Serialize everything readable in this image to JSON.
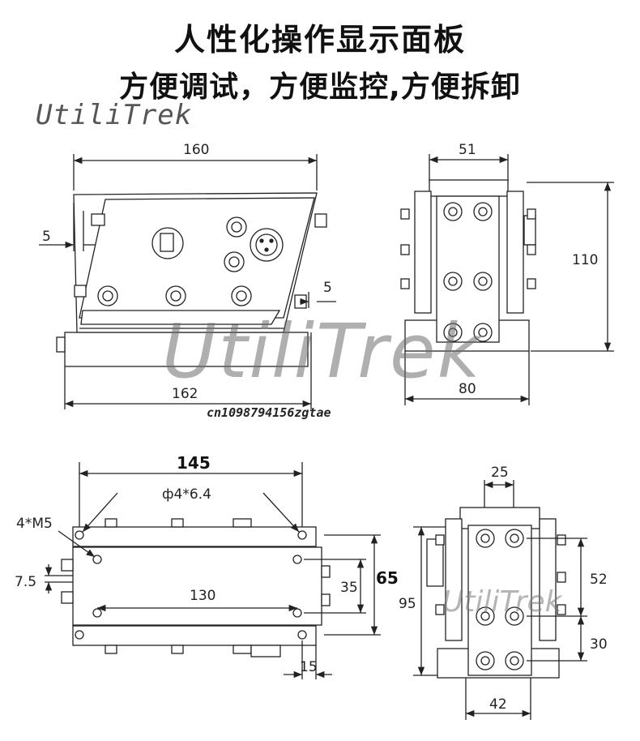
{
  "heading": {
    "line1": "人性化操作显示面板",
    "line2": "方便调试，方便监控,方便拆卸"
  },
  "watermark": {
    "brand": "UtiliTrek",
    "code": "cn1098794156zgtae"
  },
  "dimensions": {
    "d160": "160",
    "d5a": "5",
    "d5b": "5",
    "d162": "162",
    "d51": "51",
    "d110": "110",
    "d80": "80",
    "d145": "145",
    "hole": "ф4*6.4",
    "m5": "4*M5",
    "d75": "7.5",
    "d130": "130",
    "d35": "35",
    "d65": "65",
    "d15": "15",
    "d25": "25",
    "d52": "52",
    "d95": "95",
    "d30": "30",
    "d42": "42"
  }
}
